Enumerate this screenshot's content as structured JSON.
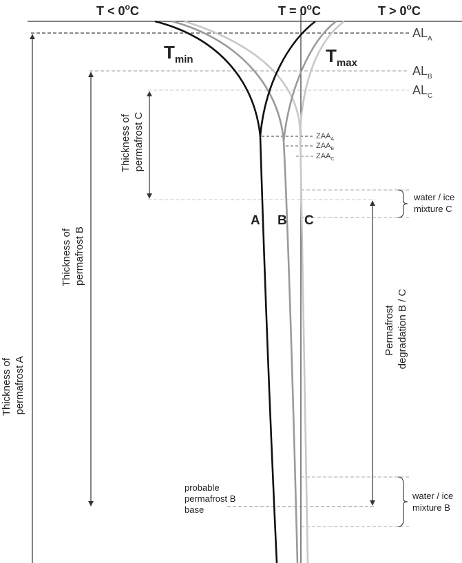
{
  "header": {
    "t_below_zero": "T < 0",
    "t_equal_zero": "T = 0",
    "t_above_zero": "T > 0",
    "degree_unit": "o",
    "celsius": "C"
  },
  "curves": {
    "tmin_main": "T",
    "tmin_sub": "min",
    "tmax_main": "T",
    "tmax_sub": "max",
    "label_a": "A",
    "label_b": "B",
    "label_c": "C",
    "colors": {
      "a": "#111111",
      "b": "#9a9a9a",
      "c": "#c8c8c8",
      "axis": "#333333"
    }
  },
  "active_layers": {
    "main": "AL",
    "sub_a": "A",
    "sub_b": "B",
    "sub_c": "C"
  },
  "zaa": {
    "main": "ZAA",
    "sub_a": "A",
    "sub_b": "B",
    "sub_c": "C"
  },
  "thickness": {
    "a_line1": "Thickness of",
    "a_line2": "permafrost A",
    "b_line1": "Thickness of",
    "b_line2": "permafrost B",
    "c_line1": "Thickness of",
    "c_line2": "permafrost C"
  },
  "annotations": {
    "water_ice_c_line1": "water / ice",
    "water_ice_c_line2": "mixture C",
    "water_ice_b_line1": "water / ice",
    "water_ice_b_line2": "mixture B",
    "degradation_line1": "Permafrost",
    "degradation_line2": "degradation B / C",
    "probable_line1": "probable",
    "probable_line2": "permafrost B",
    "probable_line3": "base"
  }
}
